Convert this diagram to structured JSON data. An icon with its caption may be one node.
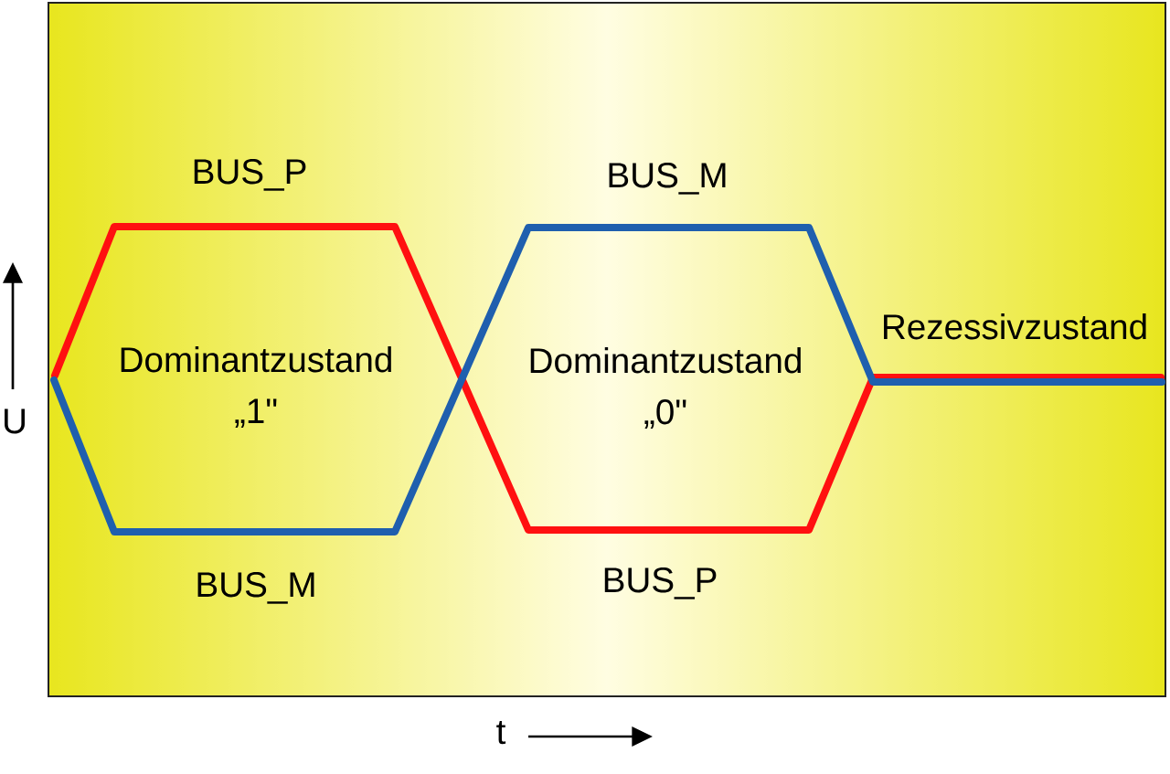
{
  "diagram": {
    "labels": [
      "BUS_P",
      "BUS_M",
      "Rezessivzustand",
      "Dominantzustand „1\"",
      "Dominantzustand „0\"",
      "U",
      "BUS_M",
      "BUS_P",
      "t"
    ]
  }
}
